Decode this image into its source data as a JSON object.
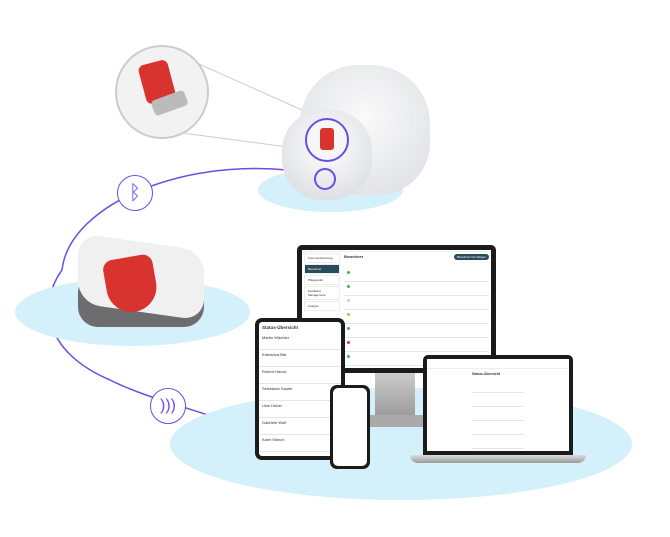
{
  "colors": {
    "accent": "#6b4de6",
    "light_blue": "#d4f0fa",
    "sensor_red": "#d9332f",
    "dark": "#222222"
  },
  "icons": [
    "bluetooth-icon",
    "nfc-icon",
    "magnifier-circle"
  ],
  "tablet": {
    "title": "Status-Übersicht",
    "residents": [
      "Martin Wächter",
      "Katharina Bär",
      "Robert Hauck",
      "Sebastian Sauter",
      "Uwe Huber",
      "Gabriele Wolf",
      "Karin Münch"
    ]
  },
  "monitor": {
    "page_title": "Bewohner",
    "add_button": "Bewohner hinzufügen",
    "sidebar": [
      "Kommandoeintrag",
      "Bewohner",
      "Pflegestufe",
      "Hardware Management",
      "Analyse"
    ]
  },
  "laptop": {
    "title": "Status-Übersicht"
  }
}
